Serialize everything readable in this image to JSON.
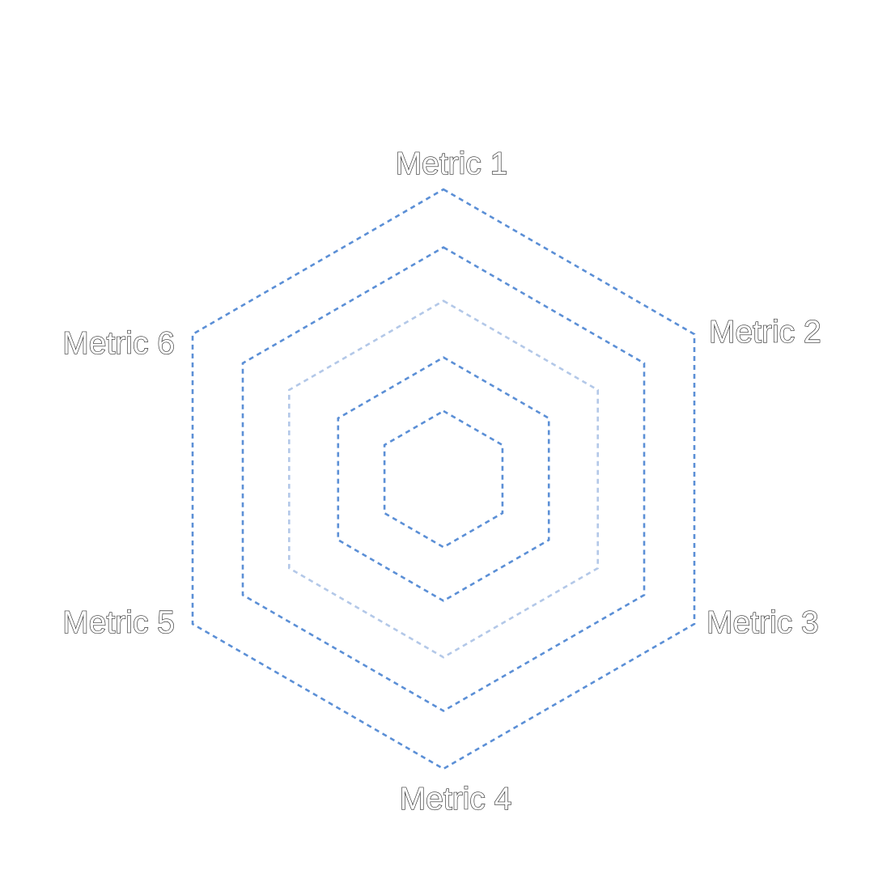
{
  "chart_data": {
    "type": "radar",
    "title": "",
    "axes": [
      "Metric 1",
      "Metric 2",
      "Metric 3",
      "Metric 4",
      "Metric 5",
      "Metric 6"
    ],
    "grid_levels": 5,
    "grid": true,
    "series": [],
    "colors": {
      "grid": "#5b8fd6",
      "grid_light": "#b3c8e8",
      "label_outline": "#2b2b2b"
    }
  }
}
